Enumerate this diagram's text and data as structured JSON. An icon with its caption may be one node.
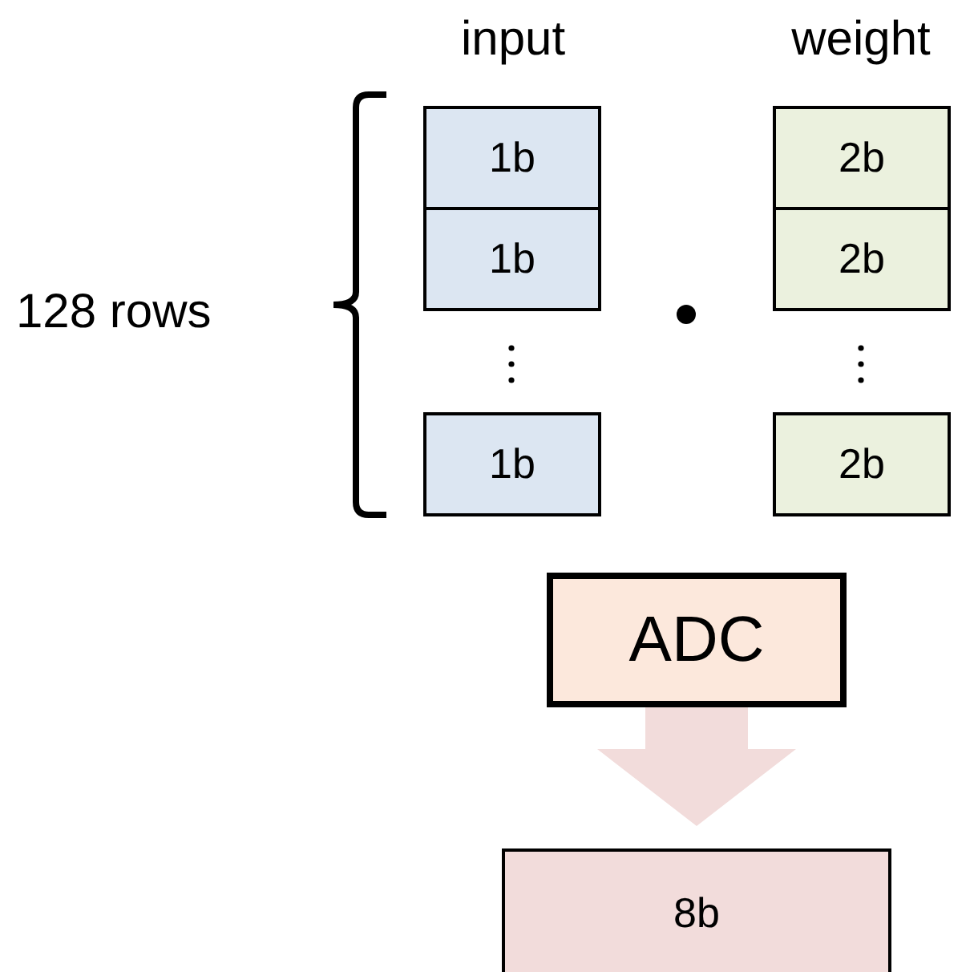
{
  "diagram": {
    "nodes": [
      {
        "text": [
          "1b"
        ]
      },
      {
        "text": [
          "1b"
        ]
      },
      {
        "text": [
          "1b"
        ]
      },
      {
        "text": [
          "2b"
        ]
      },
      {
        "text": [
          "2b"
        ]
      },
      {
        "text": [
          "2b"
        ]
      },
      {
        "text": [
          "ADC"
        ]
      },
      {
        "text": [
          "8b"
        ]
      }
    ],
    "edges": [
      {
        "from": 6,
        "to": 7,
        "arrow": "to",
        "style": "thick",
        "color": "#f2dcdb"
      }
    ],
    "labels": [
      "input",
      "weight",
      "128 rows"
    ]
  }
}
